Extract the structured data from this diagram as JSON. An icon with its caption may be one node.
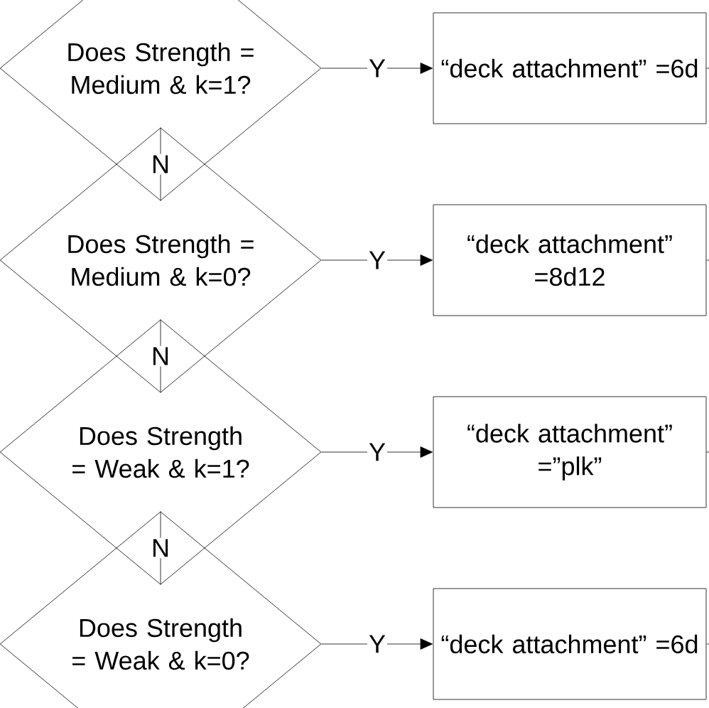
{
  "diagram": {
    "nodes": [
      {
        "text": [
          "Does Strength = Medium & k=1?"
        ]
      },
      {
        "text": [
          "“deck attachment” =6d"
        ]
      },
      {
        "text": [
          "Does Strength = Medium & k=0?"
        ]
      },
      {
        "text": [
          "“deck attachment” =8d12"
        ]
      },
      {
        "text": [
          "Does Strength = Weak & k=1?"
        ]
      },
      {
        "text": [
          "“deck attachment” =”plk”"
        ]
      },
      {
        "text": [
          "Does Strength = Weak & k=0?"
        ]
      },
      {
        "text": [
          "“deck attachment” =6d"
        ]
      }
    ],
    "edges": [
      {
        "from": 0,
        "to": 1,
        "arrow": "to",
        "label": "Y"
      },
      {
        "from": 0,
        "to": 2,
        "arrow": "none",
        "label": "N"
      },
      {
        "from": 2,
        "to": 3,
        "arrow": "to",
        "label": "Y"
      },
      {
        "from": 2,
        "to": 4,
        "arrow": "none",
        "label": "N"
      },
      {
        "from": 4,
        "to": 5,
        "arrow": "to",
        "label": "Y"
      },
      {
        "from": 4,
        "to": 6,
        "arrow": "none",
        "label": "N"
      },
      {
        "from": 6,
        "to": 7,
        "arrow": "to",
        "label": "Y"
      },
      {
        "from": 1,
        "to": null,
        "arrow": "none"
      },
      {
        "from": 3,
        "to": null,
        "arrow": "none"
      },
      {
        "from": 5,
        "to": null,
        "arrow": "none"
      },
      {
        "from": 7,
        "to": null,
        "arrow": "none"
      }
    ]
  }
}
